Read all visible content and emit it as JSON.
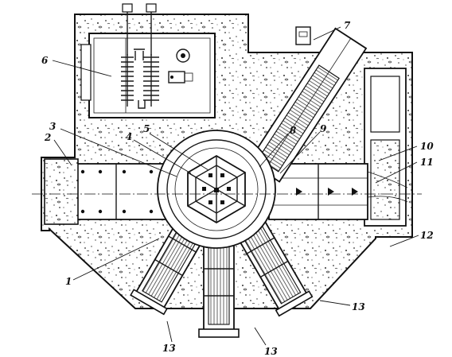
{
  "figure": {
    "labels": [
      {
        "key": "n1",
        "text": "1"
      },
      {
        "key": "n2",
        "text": "2"
      },
      {
        "key": "n3",
        "text": "3"
      },
      {
        "key": "n4",
        "text": "4"
      },
      {
        "key": "n5",
        "text": "5"
      },
      {
        "key": "n6",
        "text": "6"
      },
      {
        "key": "n7",
        "text": "7"
      },
      {
        "key": "n8",
        "text": "8"
      },
      {
        "key": "n9",
        "text": "9"
      },
      {
        "key": "n10",
        "text": "10"
      },
      {
        "key": "n11",
        "text": "11"
      },
      {
        "key": "n12",
        "text": "12"
      },
      {
        "key": "n13a",
        "text": "13"
      },
      {
        "key": "n13b",
        "text": "13"
      },
      {
        "key": "n13c",
        "text": "13"
      }
    ]
  }
}
